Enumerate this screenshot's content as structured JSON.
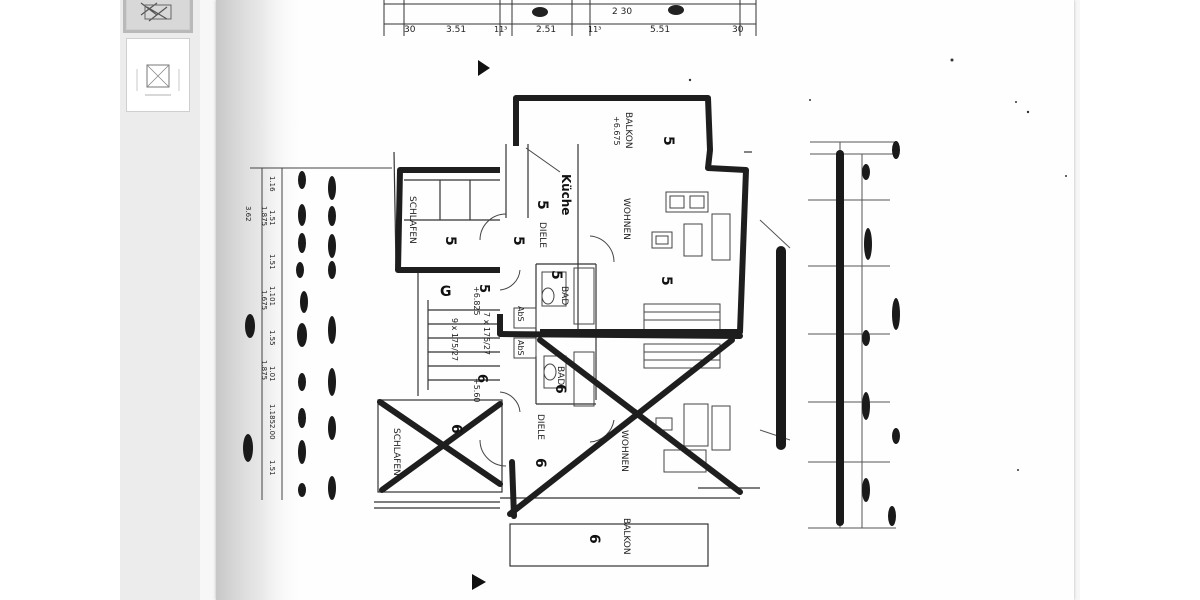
{
  "viewer": {
    "thumbnails": [
      {
        "label": "Page 1 thumbnail",
        "active": true
      },
      {
        "label": "Page 2 thumbnail",
        "active": false
      }
    ]
  },
  "plan": {
    "top_dims": [
      "30",
      "3.51",
      "11³",
      "2.51",
      "11³",
      "5.51",
      "30",
      "2 30"
    ],
    "left_dims": [
      "1.16",
      "1.51",
      "1.875",
      "1.51",
      "1.101",
      "1.675",
      "1.55",
      "1.875",
      "1.01",
      "1.185",
      "2.00",
      "1.51",
      "3.62"
    ],
    "rooms": {
      "schlafen_upper": "SCHLAFEN",
      "schlafen_lower": "SCHLAFEN",
      "diele_upper": "DIELE",
      "diele_lower": "DIELE",
      "wohnen_upper": "WOHNEN",
      "wohnen_lower": "WOHNEN",
      "bad_upper": "BAD",
      "bad_lower": "BAD",
      "balkon_upper": "BALKON",
      "balkon_lower": "BALKON",
      "kueche": "Küche"
    },
    "levels": {
      "balkon_upper": "+6.675",
      "stair_upper": "+6.825",
      "stair_lower": "+5.60"
    },
    "stair_notes": {
      "left": "9 x 175/27",
      "right": "7 x 175/27"
    },
    "abs": "AbS",
    "g_mark": "G",
    "unit_marks": {
      "five": "5",
      "six": "6"
    }
  }
}
